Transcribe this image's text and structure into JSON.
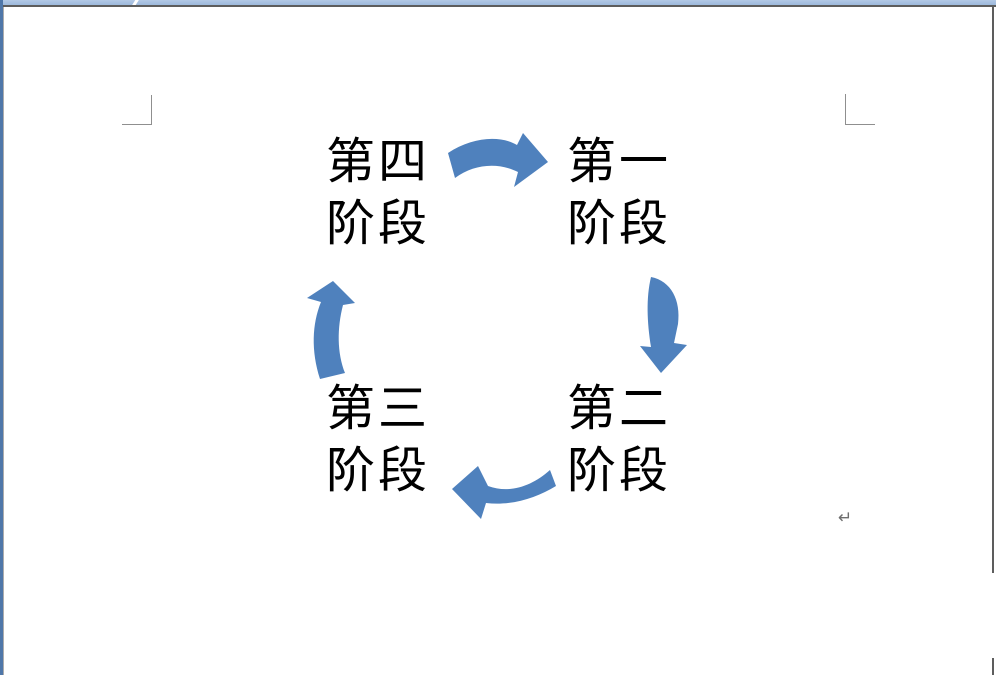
{
  "window": {
    "top_band_color": "#9db9dc",
    "left_strip_color": "#4f77a9",
    "frame_line_color": "#5d5d5d",
    "boundary_mark_color": "#8f8f8f"
  },
  "document": {
    "background": "#ffffff",
    "paragraph_mark": "↵"
  },
  "diagram": {
    "type": "cycle",
    "arrow_color": "#4f81bd",
    "text_color": "#000000",
    "stages": [
      {
        "label": "第一阶段",
        "line1": "第一",
        "line2": "阶段",
        "position": "top-right"
      },
      {
        "label": "第二阶段",
        "line1": "第二",
        "line2": "阶段",
        "position": "bottom-right"
      },
      {
        "label": "第三阶段",
        "line1": "第三",
        "line2": "阶段",
        "position": "bottom-left"
      },
      {
        "label": "第四阶段",
        "line1": "第四",
        "line2": "阶段",
        "position": "top-left"
      }
    ],
    "arrows": [
      {
        "from": "第四阶段",
        "to": "第一阶段",
        "direction": "right",
        "curve": "bowed-up"
      },
      {
        "from": "第一阶段",
        "to": "第二阶段",
        "direction": "down",
        "curve": "bowed-right"
      },
      {
        "from": "第二阶段",
        "to": "第三阶段",
        "direction": "left",
        "curve": "bowed-down"
      },
      {
        "from": "第三阶段",
        "to": "第四阶段",
        "direction": "up",
        "curve": "bowed-left"
      }
    ]
  }
}
